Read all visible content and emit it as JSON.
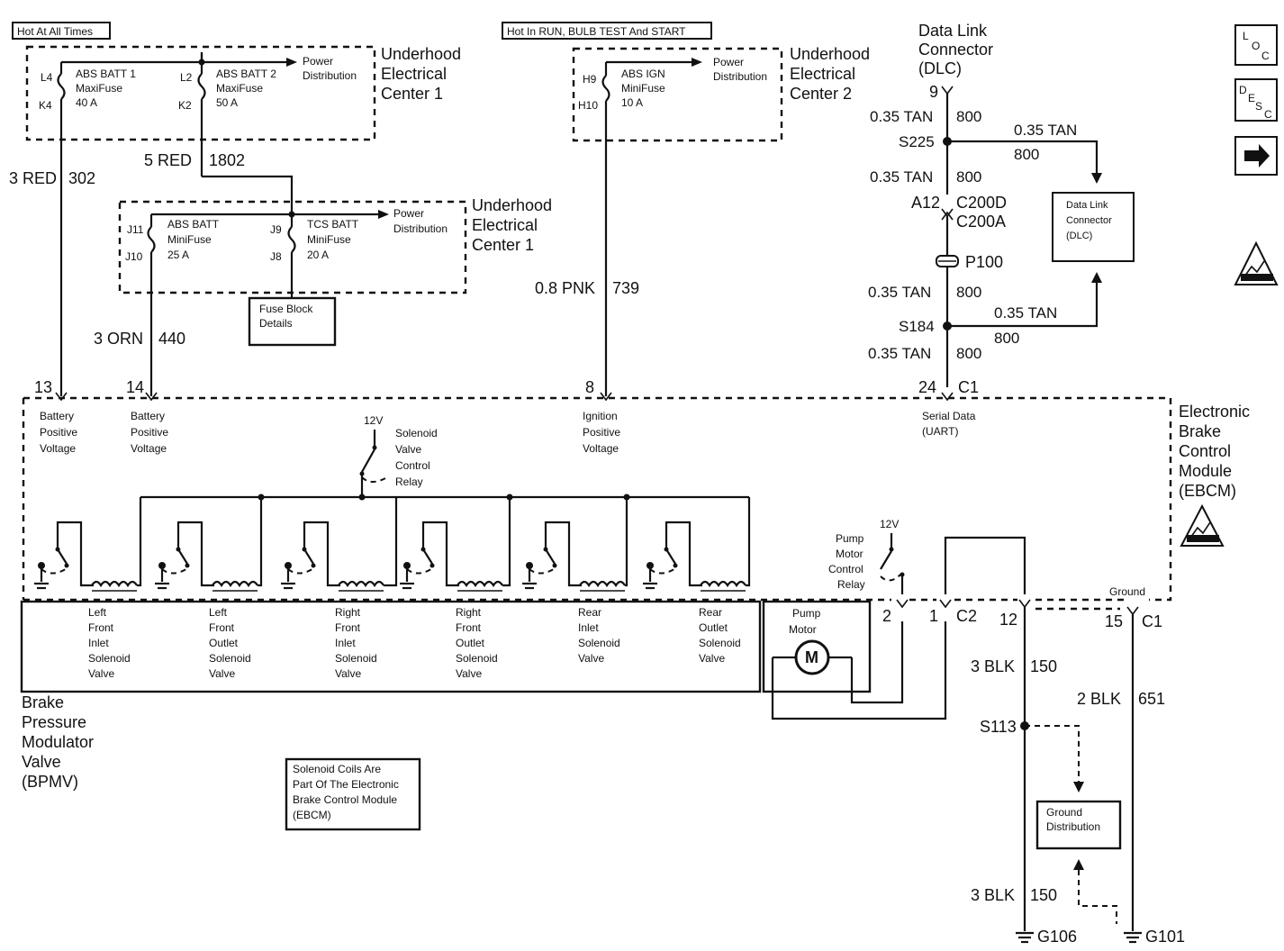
{
  "top_labels": {
    "hot_all_times": "Hot At All Times",
    "hot_run": "Hot In RUN, BULB TEST And START"
  },
  "uec1_top": {
    "title_1": "Underhood",
    "title_2": "Electrical",
    "title_3": "Center 1",
    "pin_l4": "L4",
    "pin_k4": "K4",
    "pin_l2": "L2",
    "pin_k2": "K2",
    "fuse1_name": "ABS BATT 1",
    "fuse1_type": "MaxiFuse",
    "fuse1_amp": "40 A",
    "fuse2_name": "ABS BATT 2",
    "fuse2_type": "MaxiFuse",
    "fuse2_amp": "50 A",
    "power_1": "Power",
    "power_2": "Distribution"
  },
  "uec2": {
    "title_1": "Underhood",
    "title_2": "Electrical",
    "title_3": "Center 2",
    "pin_h9": "H9",
    "pin_h10": "H10",
    "fuse_name": "ABS IGN",
    "fuse_type": "MiniFuse",
    "fuse_amp": "10 A",
    "power_1": "Power",
    "power_2": "Distribution"
  },
  "uec1_mid": {
    "title_1": "Underhood",
    "title_2": "Electrical",
    "title_3": "Center 1",
    "pin_j11": "J11",
    "pin_j10": "J10",
    "pin_j9": "J9",
    "pin_j8": "J8",
    "fuse1_name": "ABS BATT",
    "fuse1_type": "MiniFuse",
    "fuse1_amp": "25 A",
    "fuse2_name": "TCS BATT",
    "fuse2_type": "MiniFuse",
    "fuse2_amp": "20 A",
    "power_1": "Power",
    "power_2": "Distribution"
  },
  "fuse_block": {
    "line_1": "Fuse Block",
    "line_2": "Details"
  },
  "wires": {
    "w302_gauge": "3 RED",
    "w302_num": "302",
    "w1802_gauge": "5 RED",
    "w1802_num": "1802",
    "w440_gauge": "3 ORN",
    "w440_num": "440",
    "w739_gauge": "0.8 PNK",
    "w739_num": "739",
    "w800a_gauge": "0.35 TAN",
    "w800a_num": "800",
    "w800b_gauge": "0.35 TAN",
    "w800b_num": "800",
    "w800c_gauge": "0.35 TAN",
    "w800c_num": "800",
    "w800d_gauge": "0.35 TAN",
    "w800d_num": "800",
    "w800e_gauge": "0.35 TAN",
    "w800e_num": "800",
    "w800f_gauge": "0.35 TAN",
    "w800f_num": "800",
    "w150_gauge": "3 BLK",
    "w150_num": "150",
    "w150b_gauge": "3 BLK",
    "w150b_num": "150",
    "w651_gauge": "2 BLK",
    "w651_num": "651"
  },
  "dlc": {
    "title_1": "Data Link",
    "title_2": "Connector",
    "title_3": "(DLC)",
    "pin": "9",
    "box_1": "Data Link",
    "box_2": "Connector",
    "box_3": "(DLC)"
  },
  "splices": {
    "s225": "S225",
    "s184": "S184",
    "s113": "S113",
    "p100": "P100"
  },
  "connectors": {
    "a12": "A12",
    "c200d": "C200D",
    "c200a": "C200A",
    "pin13": "13",
    "pin14": "14",
    "pin8": "8",
    "pin24": "24",
    "c1_top": "C1",
    "pin2": "2",
    "pin1": "1",
    "c2": "C2",
    "pin12": "12",
    "pin15": "15",
    "c1_bot": "C1"
  },
  "ebcm": {
    "title_1": "Electronic",
    "title_2": "Brake",
    "title_3": "Control",
    "title_4": "Module",
    "title_5": "(EBCM)",
    "bpv_1": "Battery",
    "bpv_2": "Positive",
    "bpv_3": "Voltage",
    "bpv2_1": "Battery",
    "bpv2_2": "Positive",
    "bpv2_3": "Voltage",
    "ipv_1": "Ignition",
    "ipv_2": "Positive",
    "ipv_3": "Voltage",
    "serial_1": "Serial Data",
    "serial_2": "(UART)",
    "relay_12v": "12V",
    "relay_1": "Solenoid",
    "relay_2": "Valve",
    "relay_3": "Control",
    "relay_4": "Relay",
    "pump_12v": "12V",
    "pump_1": "Pump",
    "pump_2": "Motor",
    "pump_3": "Control",
    "pump_4": "Relay",
    "ground": "Ground"
  },
  "bpmv": {
    "title_1": "Brake",
    "title_2": "Pressure",
    "title_3": "Modulator",
    "title_4": "Valve",
    "title_5": "(BPMV)",
    "valves": [
      [
        "Left",
        "Front",
        "Inlet",
        "Solenoid",
        "Valve"
      ],
      [
        "Left",
        "Front",
        "Outlet",
        "Solenoid",
        "Valve"
      ],
      [
        "Right",
        "Front",
        "Inlet",
        "Solenoid",
        "Valve"
      ],
      [
        "Right",
        "Front",
        "Outlet",
        "Solenoid",
        "Valve"
      ],
      [
        "Rear",
        "Inlet",
        "Solenoid",
        "Valve"
      ],
      [
        "Rear",
        "Outlet",
        "Solenoid",
        "Valve"
      ]
    ],
    "pump_1": "Pump",
    "pump_2": "Motor",
    "motor_letter": "M"
  },
  "note": {
    "line_1": "Solenoid Coils Are",
    "line_2": "Part Of The Electronic",
    "line_3": "Brake Control Module",
    "line_4": "(EBCM)"
  },
  "grounds": {
    "ground_dist_1": "Ground",
    "ground_dist_2": "Distribution",
    "g106": "G106",
    "g101": "G101"
  },
  "side_buttons": {
    "loc": "LOC",
    "desc": "DESC",
    "next": "→"
  }
}
